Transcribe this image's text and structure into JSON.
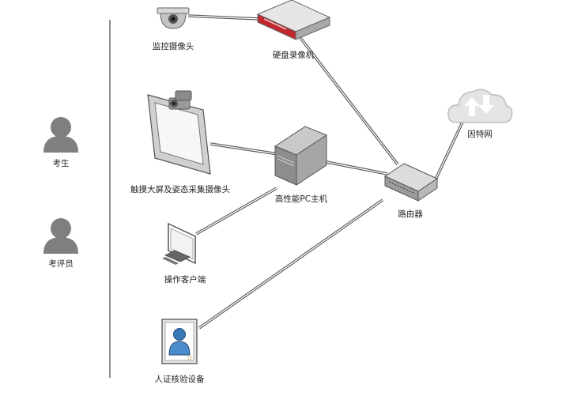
{
  "roles": {
    "examinee": "考生",
    "evaluator": "考评员"
  },
  "devices": {
    "surveillance_camera": "监控摄像头",
    "hard_disk_recorder": "硬盘录像机",
    "touch_screen_capture": "触摸大屏及姿态采集摄像头",
    "high_performance_pc": "高性能PC主机",
    "operator_client": "操作客户端",
    "id_verification_device": "人证核验设备",
    "router": "路由器",
    "internet": "因特网"
  }
}
